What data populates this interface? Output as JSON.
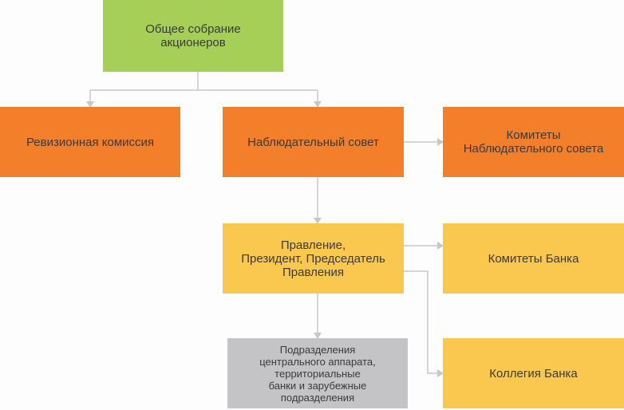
{
  "nodes": {
    "shareholders": "Общее собрание\nакционеров",
    "audit": "Ревизионная комиссия",
    "supervisory": "Наблюдательный совет",
    "supervisory_committees": "Комитеты\nНаблюдательного совета",
    "management": "Правление,\nПрезидент, Председатель\nПравления",
    "bank_committees": "Комитеты Банка",
    "divisions": "Подразделения\nцентрального аппарата,\nтерриториальные\nбанки и зарубежные\nподразделения",
    "collegium": "Коллегия Банка"
  },
  "colors": {
    "green": "#a6cf58",
    "orange": "#f47f2b",
    "yellow": "#fbc84f",
    "gray": "#c4c4c6",
    "connector": "#c8c8c8"
  }
}
